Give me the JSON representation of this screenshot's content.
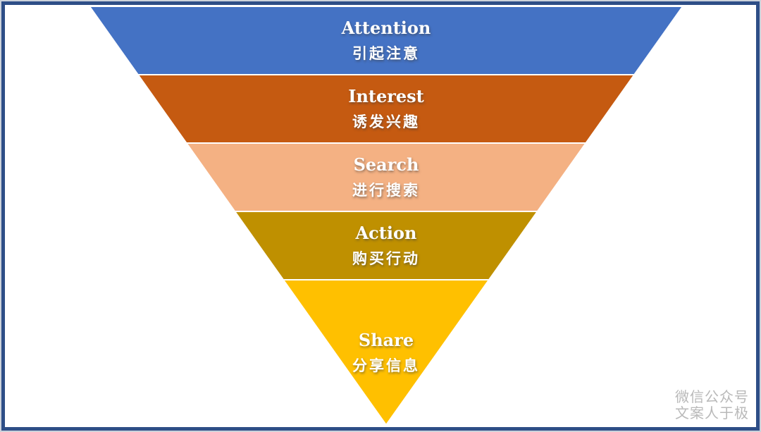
{
  "frame": {
    "border_color": "#2e4e87",
    "outer_line_color": "#ccd2db",
    "background": "#ffffff"
  },
  "funnel": {
    "model": "AISAS",
    "text_color": "#ffffff",
    "stages": [
      {
        "label_en": "Attention",
        "label_zh": "引起注意",
        "color": "#4472C4"
      },
      {
        "label_en": "Interest",
        "label_zh": "诱发兴趣",
        "color": "#C55A11"
      },
      {
        "label_en": "Search",
        "label_zh": "进行搜索",
        "color": "#F4B183"
      },
      {
        "label_en": "Action",
        "label_zh": "购买行动",
        "color": "#BF9000"
      },
      {
        "label_en": "Share",
        "label_zh": "分享信息",
        "color": "#FFC000"
      }
    ]
  },
  "watermark": {
    "line1": "微信公众号",
    "line2": "文案人于极",
    "color": "#b9b9b9"
  }
}
